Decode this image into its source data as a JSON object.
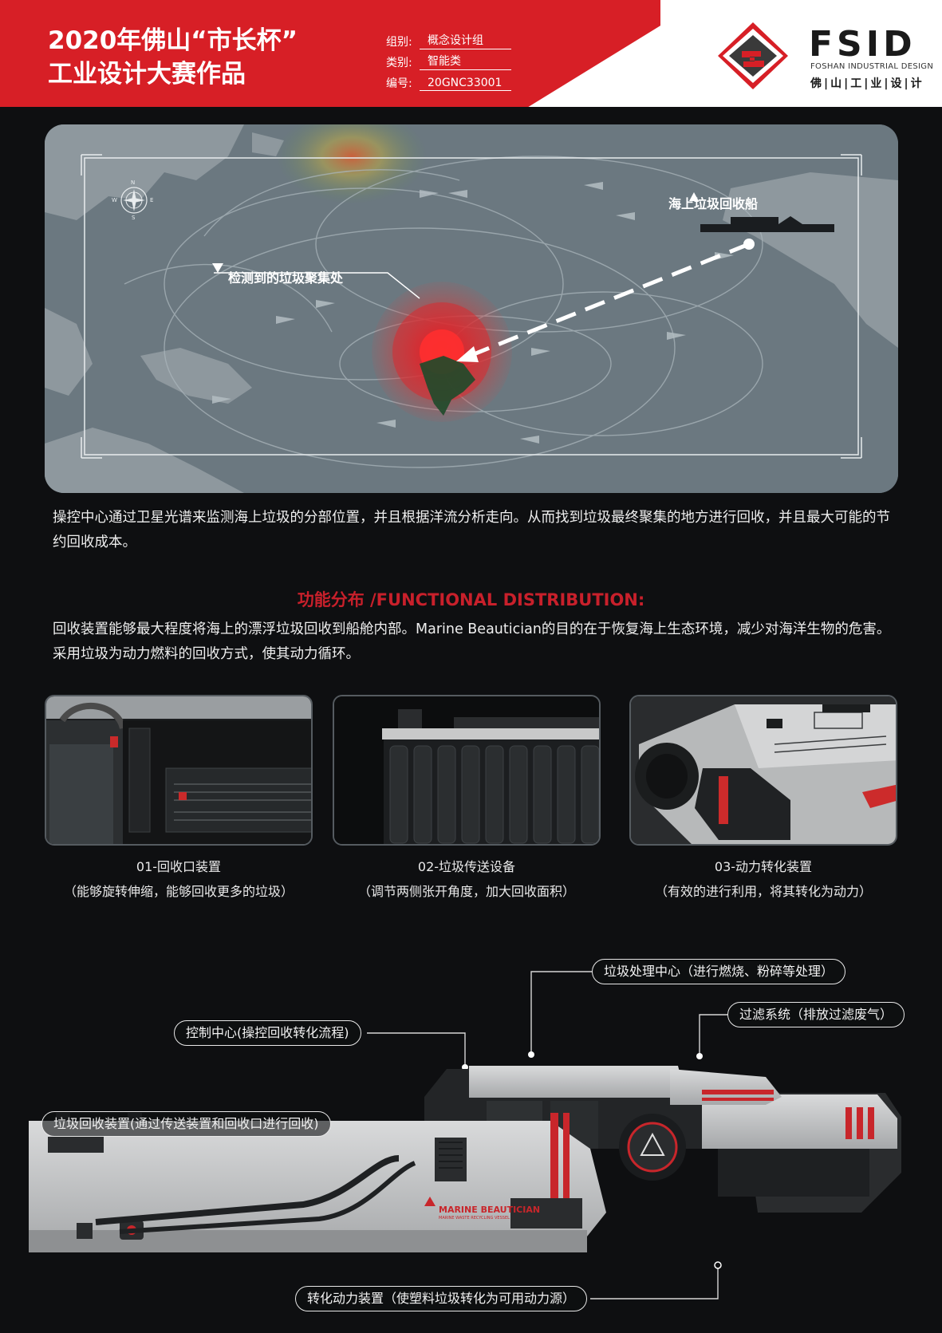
{
  "header": {
    "title_line1": "2020年佛山“市长杯”",
    "title_line2": "工业设计大赛作品",
    "meta": [
      {
        "label": "组别:",
        "value": "概念设计组"
      },
      {
        "label": "类别:",
        "value": "智能类"
      },
      {
        "label": "编号:",
        "value": "20GNC33001"
      }
    ],
    "logo_text": "FSID",
    "logo_sub": "FOSHAN INDUSTRIAL DESIGN",
    "logo_cn": "佛|山|工|业|设|计",
    "brand_color": "#d71f26"
  },
  "map": {
    "ship_label": "海上垃圾回收船",
    "garbage_label": "检测到的垃圾聚集处",
    "compass_letters": [
      "N",
      "E",
      "S",
      "W"
    ]
  },
  "intro_text": "操控中心通过卫星光谱来监测海上垃圾的分部位置，并且根据洋流分析走向。从而找到垃圾最终聚集的地方进行回收，并且最大可能的节约回收成本。",
  "section_title": "功能分布 /FUNCTIONAL DISTRIBUTION:",
  "section_text": "回收装置能够最大程度将海上的漂浮垃圾回收到船舱内部。Marine Beautician的目的在于恢复海上生态环境，减少对海洋生物的危害。采用垃圾为动力燃料的回收方式，使其动力循环。",
  "features": [
    {
      "title": "01-回收口装置",
      "desc": "（能够旋转伸缩，能够回收更多的垃圾）"
    },
    {
      "title": "02-垃圾传送设备",
      "desc": "（调节两侧张开角度，加大回收面积）"
    },
    {
      "title": "03-动力转化装置",
      "desc": "（有效的进行利用，将其转化为动力）"
    }
  ],
  "callouts": {
    "processing": "垃圾处理中心（进行燃烧、粉碎等处理）",
    "filter": "过滤系统（排放过滤废气）",
    "control": "控制中心(操控回收转化流程)",
    "collection": "垃圾回收装置(通过传送装置和回收口进行回收)",
    "power": "转化动力装置（使塑料垃圾转化为可用动力源）"
  },
  "ship_branding": {
    "name": "MARINE BEAUTICIAN",
    "tagline": "MARINE WASTE RECYCLING VESSEL"
  }
}
